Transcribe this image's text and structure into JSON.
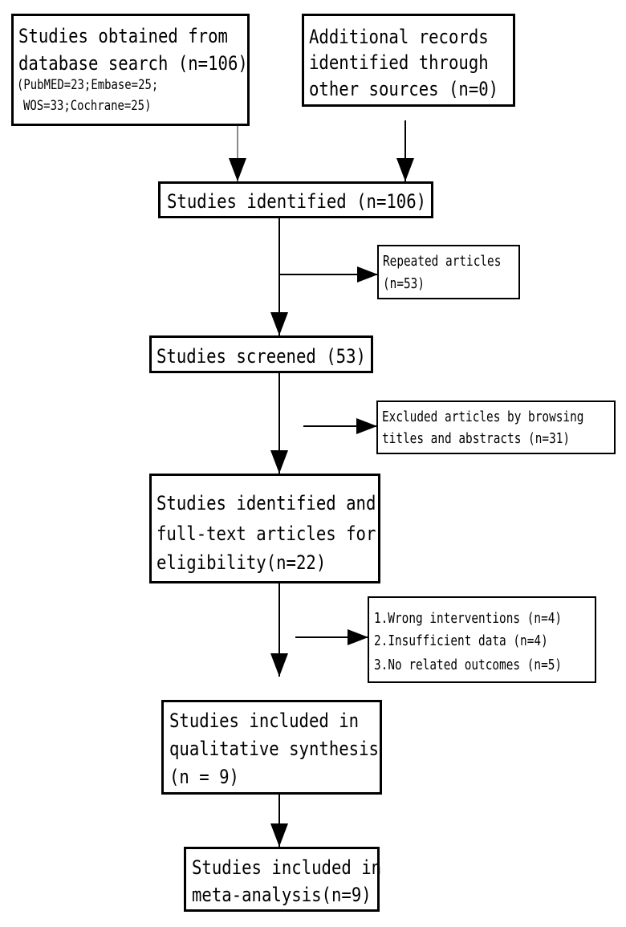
{
  "boxes": {
    "database": {
      "line1": "Studies obtained from",
      "line2": "database search (n=106)",
      "line3": "(PubMED=23;Embase=25;",
      "line4": "WOS=33;Cochrane=25)"
    },
    "additional": {
      "line1": "Additional records",
      "line2": "identified through",
      "line3": "other sources (n=0)"
    },
    "identified": {
      "line1": "Studies identified (n=106)"
    },
    "repeated": {
      "line1": "Repeated articles",
      "line2": "(n=53)"
    },
    "screened": {
      "line1": "Studies screened (53)"
    },
    "excluded": {
      "line1": "Excluded articles by browsing",
      "line2": "titles and abstracts (n=31)"
    },
    "eligibility": {
      "line1": "Studies identified and",
      "line2": "full-text articles for",
      "line3": "eligibility(n=22)"
    },
    "reasons": {
      "line1": "1.Wrong interventions (n=4)",
      "line2": "2.Insufficient data (n=4)",
      "line3": "3.No related outcomes (n=5)"
    },
    "qualitative": {
      "line1": "Studies included in",
      "line2": "qualitative synthesis",
      "line3": "(n = 9)"
    },
    "meta": {
      "line1": "Studies included in",
      "line2": "meta-analysis(n=9)"
    }
  }
}
